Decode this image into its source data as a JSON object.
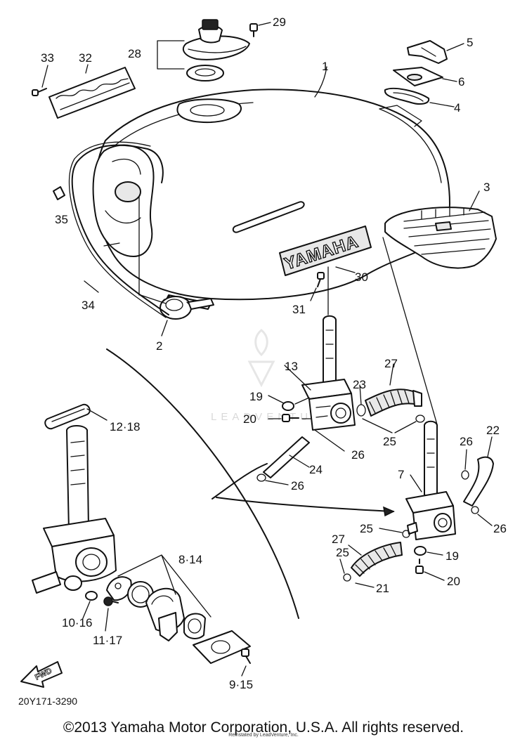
{
  "diagram": {
    "part_code": "20Y171-3290",
    "logo_text": "YAMAHA",
    "fwd_label": "FWD",
    "watermark": "LEADVENTURE",
    "callouts": {
      "c1": "1",
      "c2": "2",
      "c3": "3",
      "c4": "4",
      "c5": "5",
      "c6": "6",
      "c7": "7",
      "c13": "13",
      "c19a": "19",
      "c19b": "19",
      "c20a": "20",
      "c20b": "20",
      "c21": "21",
      "c22": "22",
      "c23": "23",
      "c24": "24",
      "c25a": "25",
      "c25b": "25",
      "c25c": "25",
      "c26a": "26",
      "c26b": "26",
      "c26c": "26",
      "c26d": "26",
      "c27a": "27",
      "c27b": "27",
      "c28": "28",
      "c29": "29",
      "c30": "30",
      "c31": "31",
      "c32": "32",
      "c33": "33",
      "c34": "34",
      "c35": "35",
      "c8_14": "8·14",
      "c9_15": "9·15",
      "c10_16": "10·16",
      "c11_17": "11·17",
      "c12_18": "12·18"
    }
  },
  "footer": {
    "copyright": "©2013 Yamaha Motor Corporation, U.S.A. All rights reserved.",
    "credit": "Reinstated by LeadVenture, Inc."
  }
}
